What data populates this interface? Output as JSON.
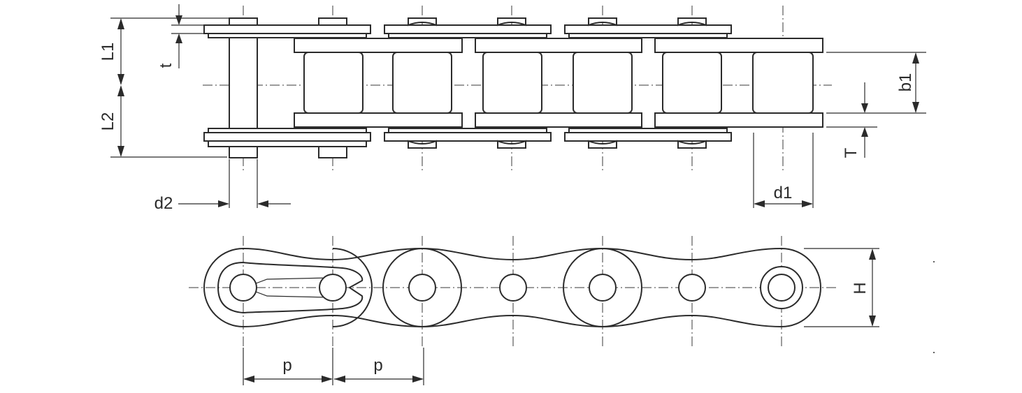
{
  "labels": {
    "L1": "L1",
    "L2": "L2",
    "t": "t",
    "T": "T",
    "b1": "b1",
    "d1": "d1",
    "d2": "d2",
    "H": "H",
    "p_left": "p",
    "p_right": "p"
  },
  "colors": {
    "line": "#2b2b2b",
    "background": "#ffffff"
  }
}
